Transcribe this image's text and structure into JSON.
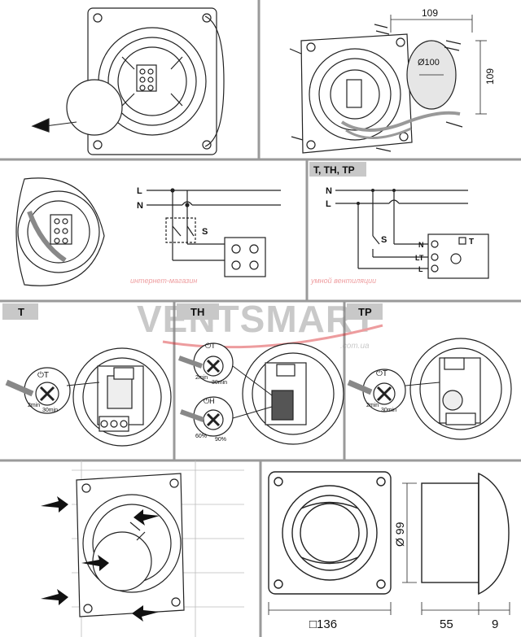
{
  "panels": {
    "install_cover": {},
    "install_mount": {
      "dim_top": "109",
      "dim_side": "109",
      "hole_dia": "Ø100"
    },
    "wiring_basic": {
      "line_L": "L",
      "line_N": "N",
      "switch_label": "S"
    },
    "wiring_timer": {
      "header": "T, TH, TP",
      "line_N": "N",
      "line_L": "L",
      "switch_label": "S",
      "terminal_N": "N",
      "terminal_LT": "LT",
      "terminal_L": "L",
      "module_label": "T"
    },
    "model_T": {
      "header": "T",
      "timer_symbol": "⏻T",
      "min_label": "2min",
      "max_label": "30min"
    },
    "model_TH": {
      "header": "TH",
      "timer_symbol": "⏻T",
      "timer_min": "2min",
      "timer_max": "30min",
      "humidity_symbol": "⏻H",
      "humidity_min": "60%",
      "humidity_max": "90%"
    },
    "model_TP": {
      "header": "TP",
      "timer_symbol": "⏻T",
      "min_label": "2min",
      "max_label": "30min"
    },
    "dimensions": {
      "width": "□136",
      "diameter": "Ø 99",
      "depth": "55",
      "front": "9"
    }
  },
  "watermark": {
    "brand": "VENTSMART",
    "tagline_left": "интернет-магазин",
    "tagline_right": "умной вентиляции",
    "domain": ".com.ua"
  },
  "colors": {
    "panel_border": "#9a9a9a",
    "header_bg": "#c8c8c8",
    "line": "#222222",
    "watermark_red": "#d9252a",
    "watermark_grey": "#8a8a8a"
  }
}
